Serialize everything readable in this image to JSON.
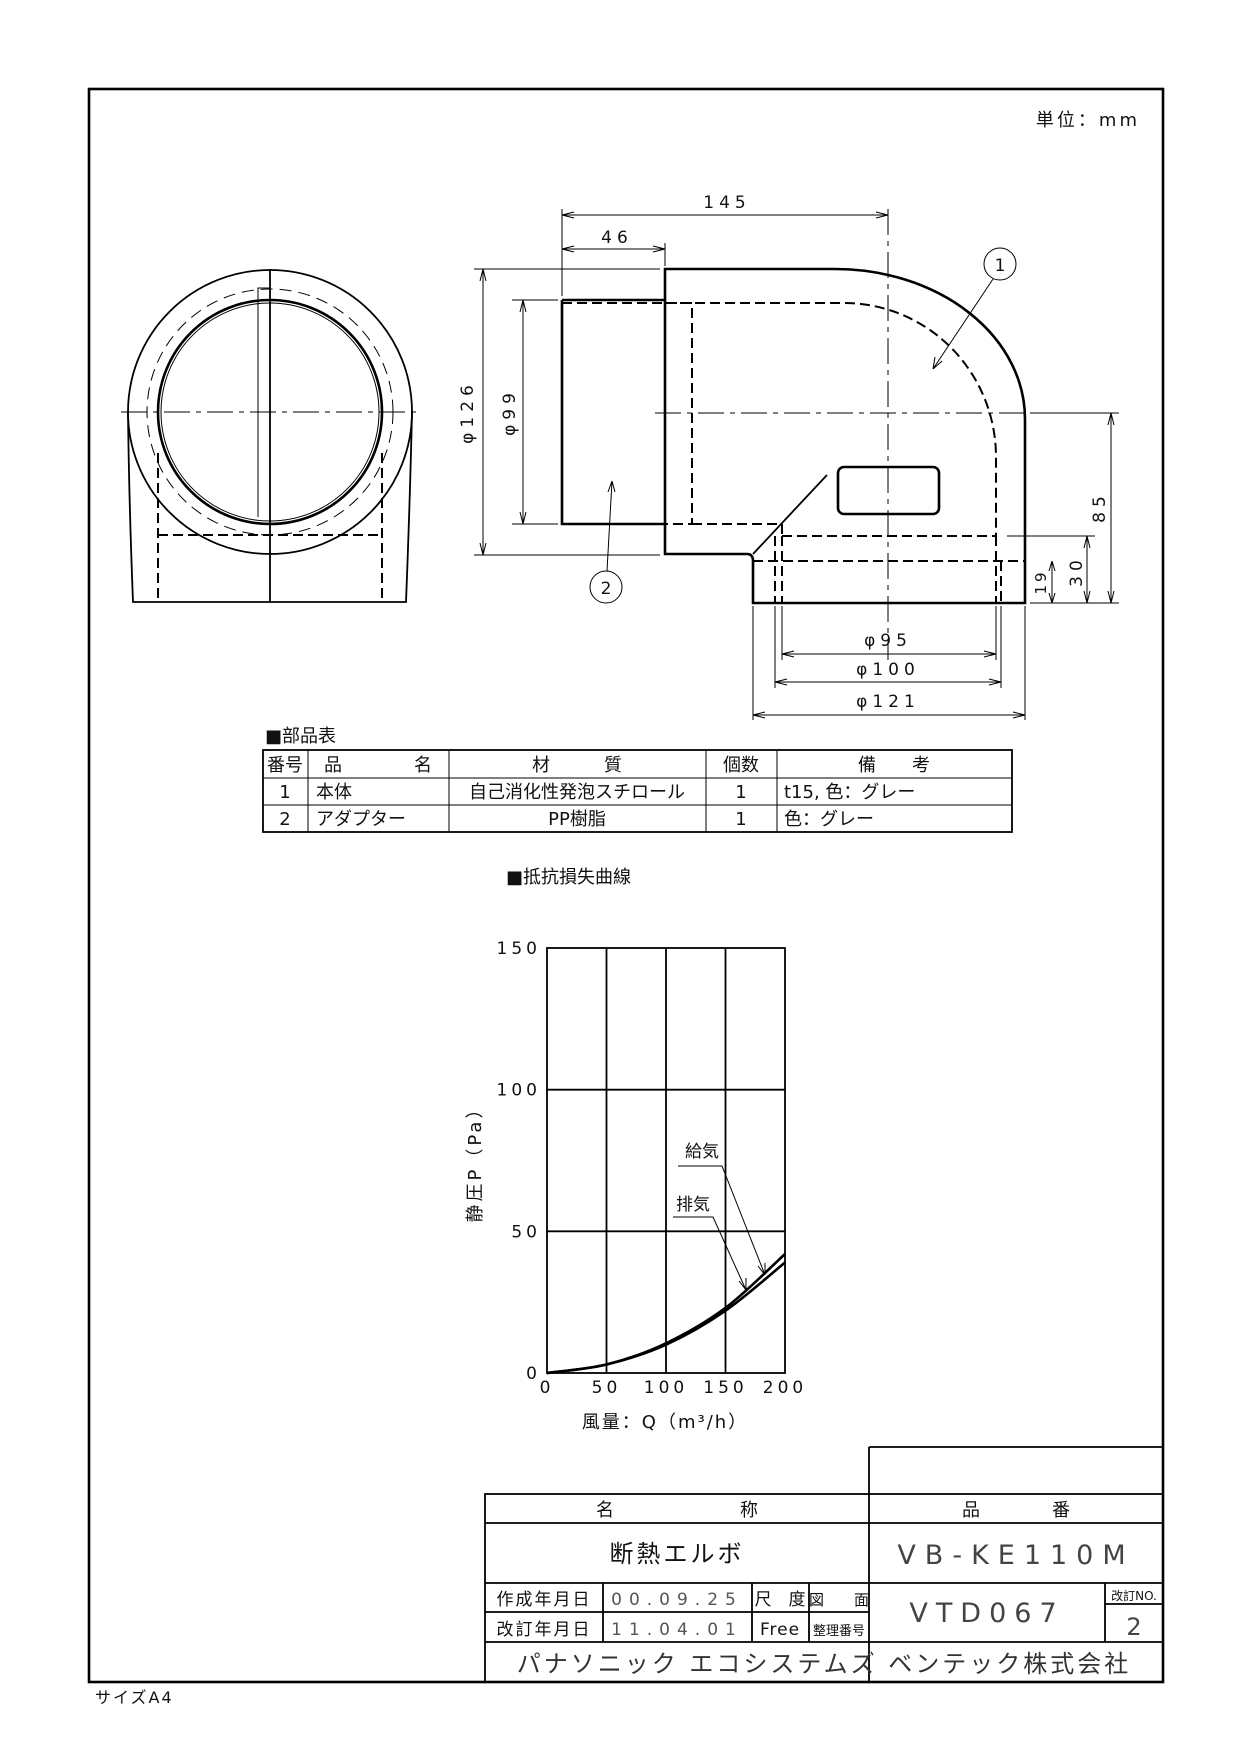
{
  "unit_note": "単位：mm",
  "size_note": "サイズA4",
  "drawing": {
    "dimensions": {
      "overall_length": "145",
      "adapter_length": "46",
      "body_diameter": "φ126",
      "adapter_diameter": "φ99",
      "height_to_center": "85",
      "outlet_depth": "30",
      "outlet_step": "19",
      "outlet_inner": "φ95",
      "outlet_mid": "φ100",
      "outlet_outer": "φ121"
    },
    "balloons": [
      "1",
      "2"
    ]
  },
  "parts_table": {
    "title": "■部品表",
    "headers": [
      "番号",
      "品　　　　名",
      "材　　　質",
      "個数",
      "備　　考"
    ],
    "rows": [
      [
        "1",
        "本体",
        "自己消化性発泡スチロール",
        "1",
        "t15, 色：グレー"
      ],
      [
        "2",
        "アダプター",
        "PP樹脂",
        "1",
        "色：グレー"
      ]
    ]
  },
  "chart_data": {
    "type": "line",
    "title": "■抵抗損失曲線",
    "xlabel": "風量：Q（m³/h）",
    "ylabel": "静圧P（Pa）",
    "xlim": [
      0,
      200
    ],
    "ylim": [
      0,
      150
    ],
    "xticks": [
      "0",
      "50",
      "100",
      "150",
      "200"
    ],
    "yticks": [
      "0",
      "50",
      "100",
      "150"
    ],
    "grid": true,
    "x": [
      0,
      50,
      100,
      150,
      200
    ],
    "series": [
      {
        "name": "給気",
        "values": [
          0,
          3,
          10.5,
          23,
          42
        ]
      },
      {
        "name": "排気",
        "values": [
          0,
          3,
          10,
          22,
          39
        ]
      }
    ]
  },
  "title_block": {
    "name_header": "名　　　　　　　称",
    "name": "断熱エルボ",
    "number_header": "品　　　　番",
    "product_number": "VB-KE110M",
    "created_label": "作成年月日",
    "created_date": "00.09.25",
    "revised_label": "改訂年月日",
    "revised_date": "11.04.01",
    "scale_label": "尺　度",
    "scale_value": "Free",
    "drawing_no_label_1": "図　　面",
    "drawing_no_label_2": "整理番号",
    "drawing_no": "VTD067",
    "revision_label": "改訂NO.",
    "revision_no": "2",
    "company": "パナソニック エコシステムズ ベンテック株式会社"
  }
}
